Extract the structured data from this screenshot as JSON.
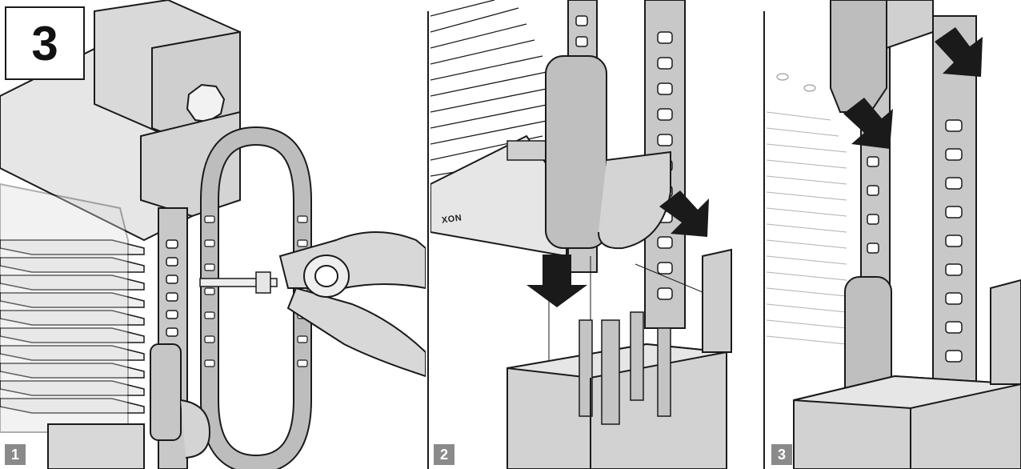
{
  "step_number": "3",
  "panels": [
    {
      "badge": "1"
    },
    {
      "badge": "2",
      "brand_text": "XON"
    },
    {
      "badge": "3"
    }
  ],
  "colors": {
    "line": "#1a1a1a",
    "light_gray": "#e4e4e4",
    "mid_gray": "#bdbdbd",
    "dark_gray": "#7a7a7a",
    "badge": "#8a8a8a"
  }
}
